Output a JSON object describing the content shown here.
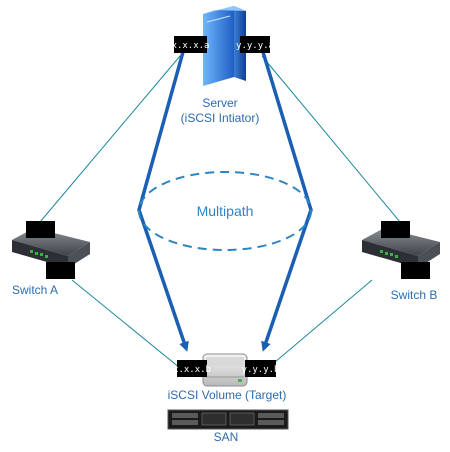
{
  "server": {
    "name": "Server",
    "role": "(iSCSI Intiator)",
    "icon": "server-tower-icon",
    "color": "#2f7fd8"
  },
  "server_ports": {
    "left": "x.x.x.a",
    "right": "y.y.y.a"
  },
  "multipath_label": "Multipath",
  "switch_a": {
    "label": "Switch A",
    "icon": "network-switch-icon"
  },
  "switch_b": {
    "label": "Switch B",
    "icon": "network-switch-icon"
  },
  "volume": {
    "label": "iSCSI Volume (Target)",
    "icon": "disk-drive-icon"
  },
  "volume_ports": {
    "left": "x.x.x.b",
    "right": "y.y.y.b"
  },
  "san": {
    "label": "SAN",
    "icon": "storage-array-icon"
  },
  "colors": {
    "path_arrow": "#1a5fb4",
    "link_line": "#1a8a9a",
    "multipath": "#2e86c1",
    "label_text": "#2b6cb0"
  }
}
